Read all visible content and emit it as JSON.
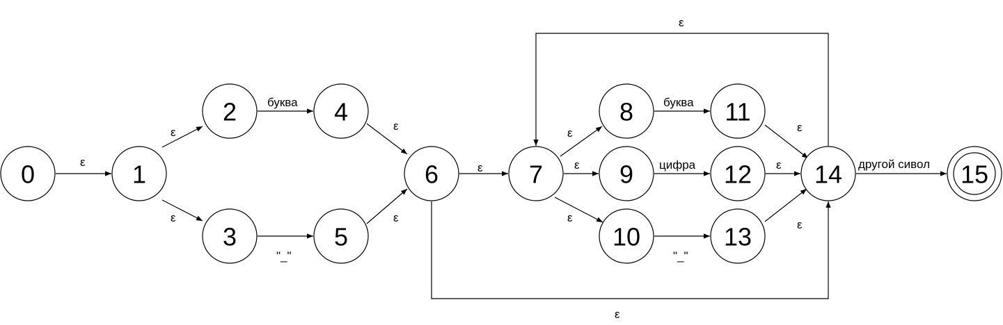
{
  "states": [
    {
      "id": "s0",
      "label": "0"
    },
    {
      "id": "s1",
      "label": "1"
    },
    {
      "id": "s2",
      "label": "2"
    },
    {
      "id": "s3",
      "label": "3"
    },
    {
      "id": "s4",
      "label": "4"
    },
    {
      "id": "s5",
      "label": "5"
    },
    {
      "id": "s6",
      "label": "6"
    },
    {
      "id": "s7",
      "label": "7"
    },
    {
      "id": "s8",
      "label": "8"
    },
    {
      "id": "s9",
      "label": "9"
    },
    {
      "id": "s10",
      "label": "10"
    },
    {
      "id": "s11",
      "label": "11"
    },
    {
      "id": "s12",
      "label": "12"
    },
    {
      "id": "s13",
      "label": "13"
    },
    {
      "id": "s14",
      "label": "14"
    },
    {
      "id": "s15",
      "label": "15",
      "accepting": true
    }
  ],
  "transitions": [
    {
      "id": "t0_1",
      "from": "0",
      "to": "1",
      "label": "ε"
    },
    {
      "id": "t1_2",
      "from": "1",
      "to": "2",
      "label": "ε"
    },
    {
      "id": "t1_3",
      "from": "1",
      "to": "3",
      "label": "ε"
    },
    {
      "id": "t2_4",
      "from": "2",
      "to": "4",
      "label": "буква"
    },
    {
      "id": "t3_5",
      "from": "3",
      "to": "5",
      "label": "\"_\""
    },
    {
      "id": "t4_6",
      "from": "4",
      "to": "6",
      "label": "ε"
    },
    {
      "id": "t5_6",
      "from": "5",
      "to": "6",
      "label": "ε"
    },
    {
      "id": "t6_7",
      "from": "6",
      "to": "7",
      "label": "ε"
    },
    {
      "id": "t6_14",
      "from": "6",
      "to": "14",
      "label": "ε"
    },
    {
      "id": "t7_8",
      "from": "7",
      "to": "8",
      "label": "ε"
    },
    {
      "id": "t7_9",
      "from": "7",
      "to": "9",
      "label": "ε"
    },
    {
      "id": "t7_10",
      "from": "7",
      "to": "10",
      "label": "ε"
    },
    {
      "id": "t8_11",
      "from": "8",
      "to": "11",
      "label": "буква"
    },
    {
      "id": "t9_12",
      "from": "9",
      "to": "12",
      "label": "цифра"
    },
    {
      "id": "t10_13",
      "from": "10",
      "to": "13",
      "label": "\"_\""
    },
    {
      "id": "t11_14",
      "from": "11",
      "to": "14",
      "label": "ε"
    },
    {
      "id": "t12_14",
      "from": "12",
      "to": "14",
      "label": "ε"
    },
    {
      "id": "t13_14",
      "from": "13",
      "to": "14",
      "label": "ε"
    },
    {
      "id": "t14_7",
      "from": "14",
      "to": "7",
      "label": "ε"
    },
    {
      "id": "t14_15",
      "from": "14",
      "to": "15",
      "label": "другой сивол"
    }
  ]
}
